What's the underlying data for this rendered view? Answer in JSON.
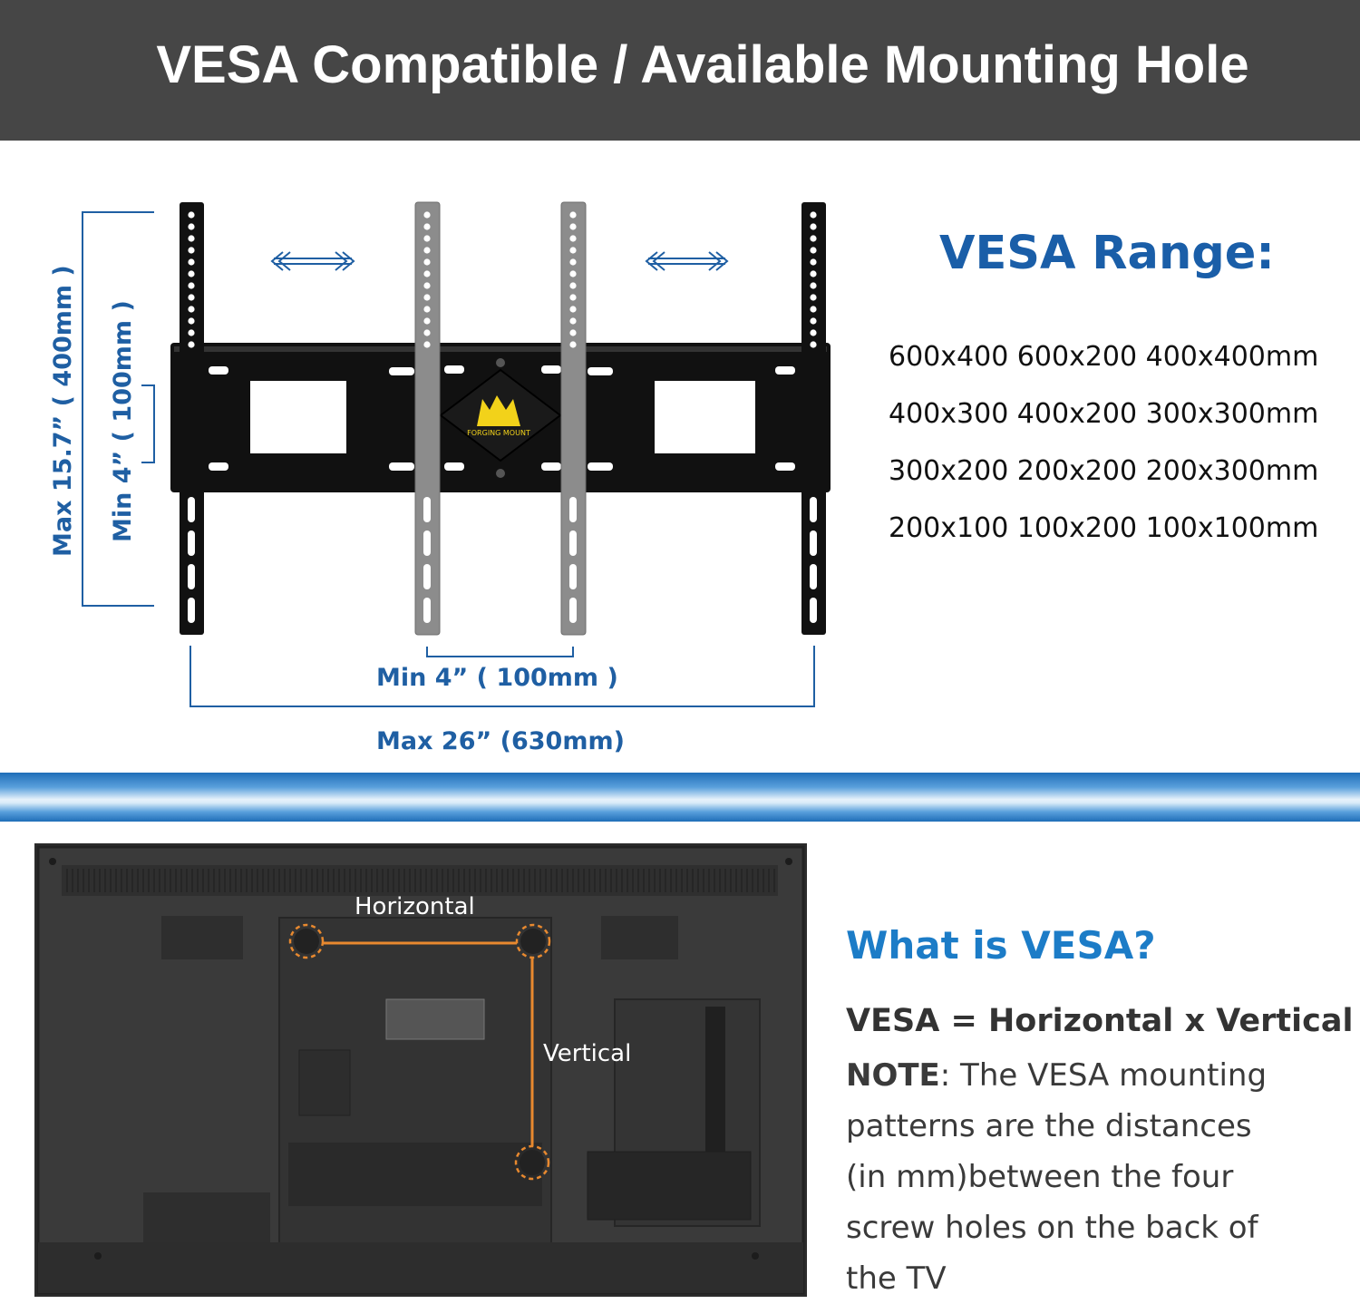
{
  "header": {
    "title": "VESA Compatible / Available Mounting Hole"
  },
  "diagram": {
    "brand": "FORGING MOUNT",
    "dims": {
      "max_height": "Max  15.7” ( 400mm )",
      "min_height": "Min  4” ( 100mm )",
      "min_width": "Min  4”  ( 100mm )",
      "max_width": "Max 26” (630mm)"
    }
  },
  "vesa_range": {
    "title": "VESA Range:",
    "rows": [
      "600x400 600x200 400x400mm",
      "400x300 400x200 300x300mm",
      "300x200 200x200 200x300mm",
      "200x100 100x200 100x100mm"
    ]
  },
  "tv": {
    "horizontal_label": "Horizontal",
    "vertical_label": "Vertical"
  },
  "what_is_vesa": {
    "title": "What is VESA?",
    "formula": "VESA = Horizontal x Vertical",
    "note_lead": "NOTE",
    "note_lines": [
      ": The VESA mounting",
      "patterns are the distances",
      "(in mm)between the four",
      "screw holes on the back of",
      "the TV"
    ]
  },
  "colors": {
    "header_bg": "#464646",
    "accent_blue": "#1a5ea8",
    "title_blue": "#1c7cc7",
    "dim_blue": "#1f5fa3",
    "highlight_orange": "#e8892f"
  }
}
